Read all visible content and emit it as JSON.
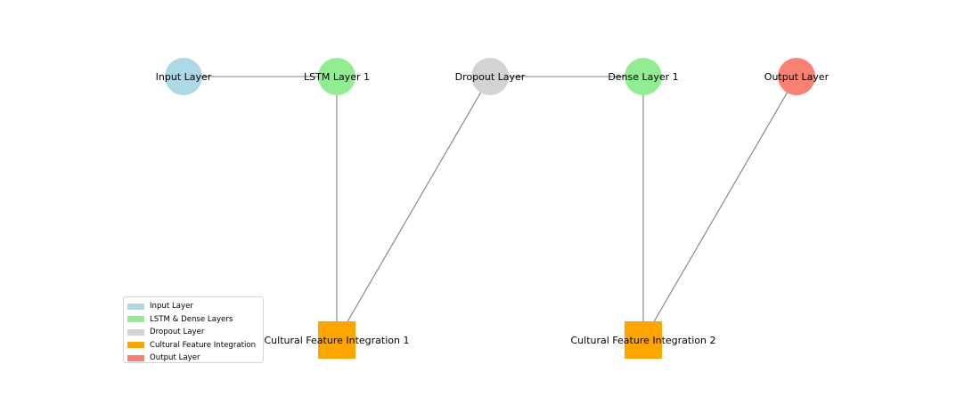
{
  "diagram": {
    "nodes": [
      {
        "id": "input",
        "label": "Input Layer",
        "shape": "circle",
        "color": "#ADD8E6"
      },
      {
        "id": "lstm1",
        "label": "LSTM Layer 1",
        "shape": "circle",
        "color": "#90EE90"
      },
      {
        "id": "dropout",
        "label": "Dropout Layer",
        "shape": "circle",
        "color": "#D3D3D3"
      },
      {
        "id": "dense1",
        "label": "Dense Layer 1",
        "shape": "circle",
        "color": "#90EE90"
      },
      {
        "id": "output",
        "label": "Output Layer",
        "shape": "circle",
        "color": "#FA8072"
      },
      {
        "id": "cfi1",
        "label": "Cultural Feature Integration 1",
        "shape": "square",
        "color": "#FFA500"
      },
      {
        "id": "cfi2",
        "label": "Cultural Feature Integration 2",
        "shape": "square",
        "color": "#FFA500"
      }
    ],
    "edges": [
      [
        "input",
        "lstm1"
      ],
      [
        "lstm1",
        "cfi1"
      ],
      [
        "cfi1",
        "dropout"
      ],
      [
        "dropout",
        "dense1"
      ],
      [
        "dense1",
        "cfi2"
      ],
      [
        "cfi2",
        "output"
      ]
    ],
    "edge_color": "#808080"
  },
  "legend": {
    "items": [
      {
        "label": "Input Layer",
        "color": "#ADD8E6"
      },
      {
        "label": "LSTM & Dense Layers",
        "color": "#90EE90"
      },
      {
        "label": "Dropout Layer",
        "color": "#D3D3D3"
      },
      {
        "label": "Cultural Feature Integration",
        "color": "#FFA500"
      },
      {
        "label": "Output Layer",
        "color": "#FA8072"
      }
    ]
  }
}
